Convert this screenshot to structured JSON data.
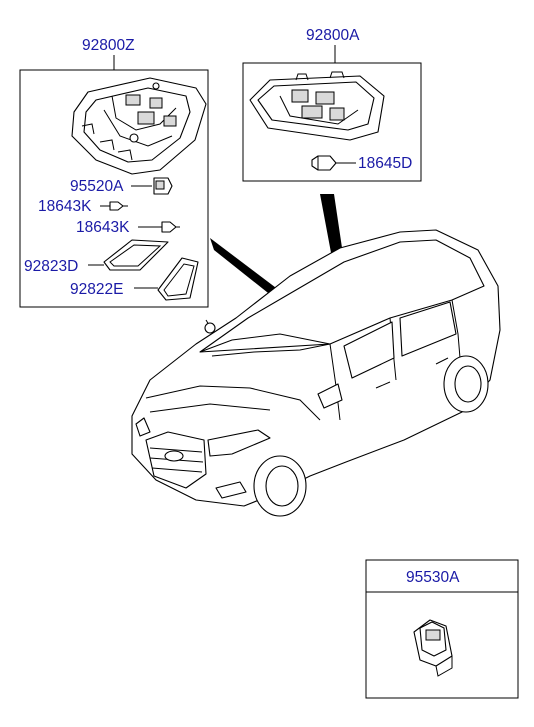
{
  "part_labels": {
    "assembly_front": "92800Z",
    "assembly_rear": "92800A",
    "bulb_rear": "18645D",
    "switch_front": "95520A",
    "bulb_k_1": "18643K",
    "bulb_k_2": "18643K",
    "lens_d": "92823D",
    "lens_e": "92822E",
    "switch_separate": "95530A"
  }
}
